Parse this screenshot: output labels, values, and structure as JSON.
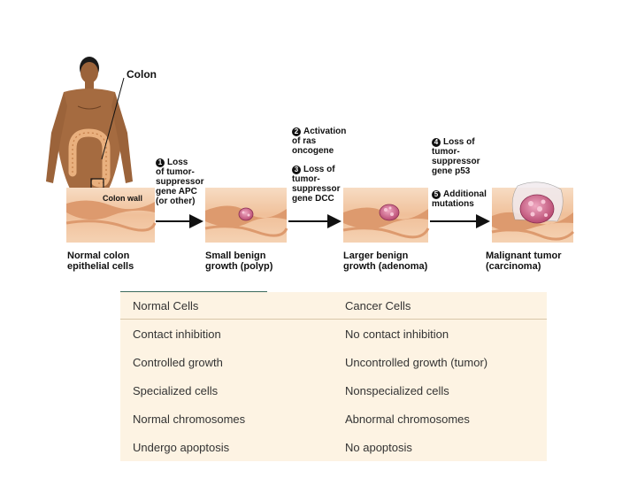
{
  "labels": {
    "colon": "Colon",
    "colon_wall": "Colon wall",
    "step1": [
      "Loss",
      "of tumor-",
      "suppressor",
      "gene APC",
      "(or other)"
    ],
    "step1_num": "1",
    "step2": [
      "Activation",
      "of ras",
      "oncogene"
    ],
    "step2_num": "2",
    "step3": [
      "Loss of",
      "tumor-",
      "suppressor",
      "gene DCC"
    ],
    "step3_num": "3",
    "step4": [
      "Loss of",
      "tumor-",
      "suppressor",
      "gene p53"
    ],
    "step4_num": "4",
    "step5": [
      "Additional",
      "mutations"
    ],
    "step5_num": "5"
  },
  "stages": [
    [
      "Normal colon",
      "epithelial cells"
    ],
    [
      "Small benign",
      "growth (polyp)"
    ],
    [
      "Larger benign",
      "growth (adenoma)"
    ],
    [
      "Malignant tumor",
      "(carcinoma)"
    ]
  ],
  "table": {
    "headers": [
      "Normal Cells",
      "Cancer Cells"
    ],
    "rows": [
      [
        "Contact inhibition",
        "No contact inhibition"
      ],
      [
        "Controlled growth",
        "Uncontrolled growth (tumor)"
      ],
      [
        "Specialized cells",
        "Nonspecialized cells"
      ],
      [
        "Normal chromosomes",
        "Abnormal chromosomes"
      ],
      [
        "Undergo apoptosis",
        "No apoptosis"
      ]
    ]
  },
  "colors": {
    "skin": "#a0673c",
    "tissue_light": "#f3c9a5",
    "tissue_dark": "#d98e63",
    "tumor": "#d46a8c",
    "table_bg": "#fdf3e3"
  }
}
